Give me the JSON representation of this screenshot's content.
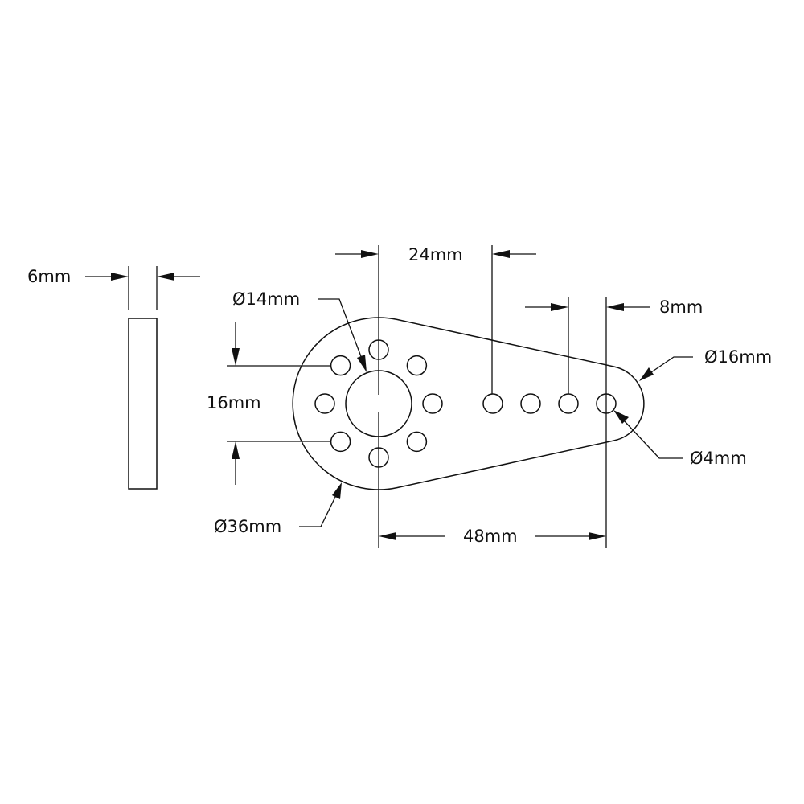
{
  "drawing": {
    "title": "Servo arm technical drawing",
    "colors": {
      "line": "#111111",
      "background": "#ffffff"
    },
    "dimensions": {
      "thickness": "6mm",
      "hub_bore_diameter": "Ø14mm",
      "bolt_pattern_spacing": "16mm",
      "hub_diameter": "Ø36mm",
      "first_hole_offset": "24mm",
      "hole_pitch": "8mm",
      "arm_end_diameter": "Ø16mm",
      "arm_hole_diameter": "Ø4mm",
      "arm_length": "48mm"
    },
    "views": [
      {
        "name": "side-view",
        "shape": "rectangle"
      },
      {
        "name": "top-view",
        "shape": "tapered arm with hub",
        "hub_bolt_holes": 8,
        "arm_holes": 4
      }
    ]
  }
}
